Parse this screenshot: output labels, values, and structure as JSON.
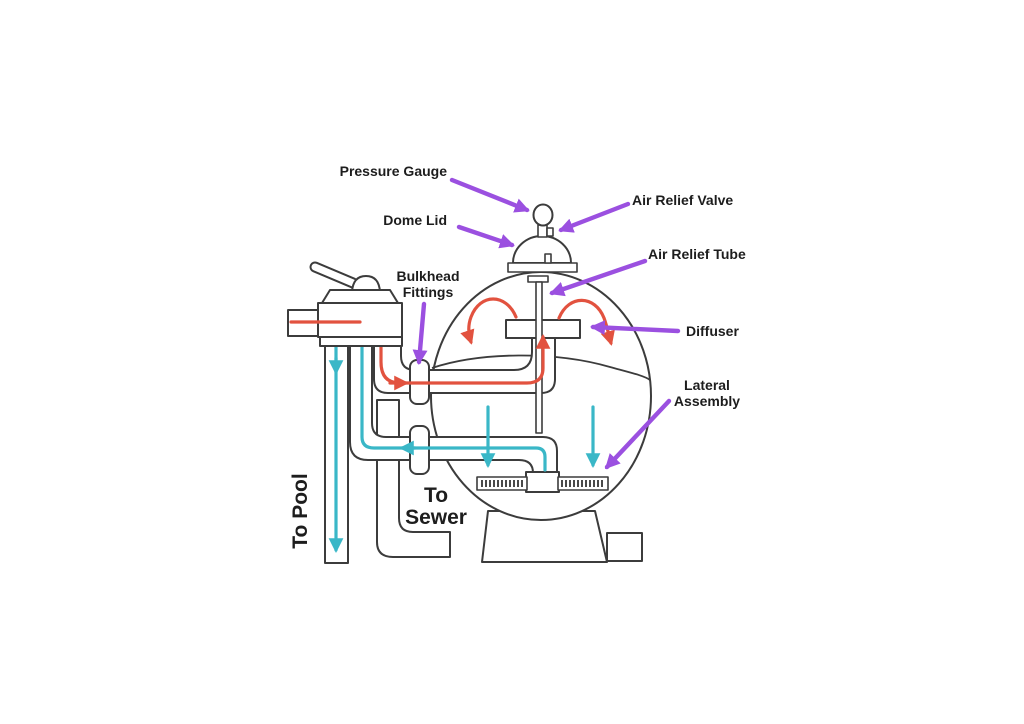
{
  "diagram": {
    "labels": {
      "pressure_gauge": "Pressure Gauge",
      "air_relief_valve": "Air Relief Valve",
      "dome_lid": "Dome Lid",
      "air_relief_tube": "Air Relief Tube",
      "bulkhead_fittings": {
        "line1": "Bulkhead",
        "line2": "Fittings"
      },
      "diffuser": "Diffuser",
      "lateral_assembly": {
        "line1": "Lateral",
        "line2": "Assembly"
      },
      "to_pool": "To Pool",
      "to_sewer": {
        "line1": "To",
        "line2": "Sewer"
      }
    },
    "colors": {
      "inflow": "#e2523f",
      "outflow": "#3ab7c7",
      "pointer": "#9b50e0",
      "outline": "#3c3c3c",
      "text": "#1d1d1d",
      "background": "#ffffff"
    }
  }
}
